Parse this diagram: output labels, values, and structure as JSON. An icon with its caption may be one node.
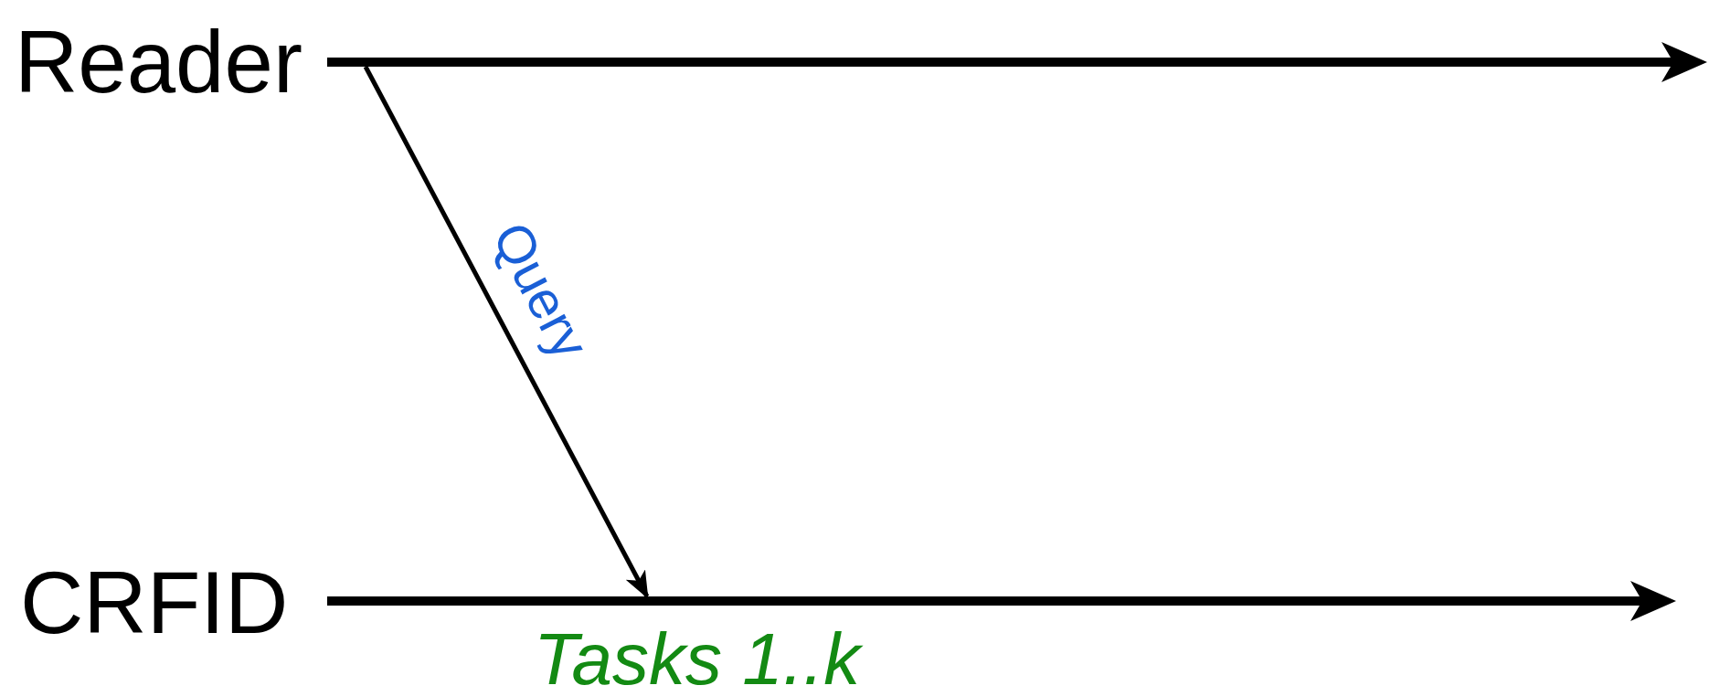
{
  "diagram": {
    "nodes": [
      {
        "text": [
          "Reader"
        ]
      },
      {
        "text": [
          "CRFID"
        ]
      },
      {
        "text": [],
        "shape": "arrow"
      },
      {
        "text": [],
        "shape": "arrow"
      }
    ],
    "edges": [
      {
        "from": 2,
        "to": 3,
        "arrow": "to",
        "label": "Query"
      }
    ],
    "labels": [
      "Tasks 1..k"
    ]
  }
}
